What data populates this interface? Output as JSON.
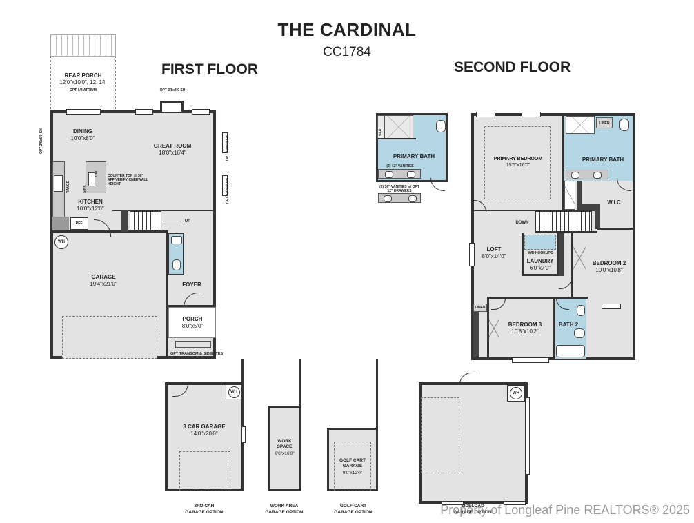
{
  "title": "THE CARDINAL",
  "plan_code": "CC1784",
  "first_floor": {
    "heading": "FIRST FLOOR",
    "rooms": {
      "rear_porch": {
        "name": "REAR PORCH",
        "dims": "12'0\"x10'0\", 12, 14,"
      },
      "rear_porch_note": "OPT 6/4 ATRIUM",
      "dining": {
        "name": "DINING",
        "dims": "10'0\"x8'0\""
      },
      "great_room": {
        "name": "GREAT ROOM",
        "dims": "18'0\"x16'4\""
      },
      "kitchen": {
        "name": "KITCHEN",
        "dims": "10'0\"x12'0\""
      },
      "garage": {
        "name": "GARAGE",
        "dims": "19'4\"x21'0\""
      },
      "foyer": {
        "name": "FOYER"
      },
      "porch": {
        "name": "PORCH",
        "dims": "8'0\"x5'0\""
      }
    },
    "notes": {
      "top_window": "OPT 3/8x4/0 SH",
      "left_window": "OPT 2/6x5/0 SH",
      "right_window_1": "OPT 3/4x6/0 SH",
      "right_window_2": "OPT 3/4x6/0 SH",
      "counter": "COUNTER TOP @ 36\" AFF\nVERIFY KNEEWALL HEIGHT",
      "range": "RANGE",
      "sink": "SINK",
      "dw": "DW",
      "ref": "REF.",
      "up": "UP",
      "wh": "WH",
      "transom": "OPT TRANSOM & SIDELITES"
    }
  },
  "second_floor": {
    "heading": "SECOND FLOOR",
    "rooms": {
      "primary_bedroom": {
        "name": "PRIMARY BEDROOM",
        "dims": "15'6\"x16'0\""
      },
      "primary_bath": {
        "name": "PRIMARY BATH"
      },
      "wic": {
        "name": "W.I.C"
      },
      "loft": {
        "name": "LOFT",
        "dims": "8'0\"x14'0\""
      },
      "laundry": {
        "name": "LAUNDRY",
        "dims": "6'0\"x7'0\""
      },
      "bedroom2": {
        "name": "BEDROOM 2",
        "dims": "10'0\"x10'8\""
      },
      "bedroom3": {
        "name": "BEDROOM 3",
        "dims": "10'8\"x10'2\""
      },
      "bath2": {
        "name": "BATH 2"
      }
    },
    "notes": {
      "linen_1": "LINEN",
      "linen_2": "LINEN",
      "down": "DOWN",
      "wd_hookups": "W/D HOOKUPS"
    }
  },
  "primary_bath_option": {
    "name": "PRIMARY BATH",
    "seat": "SEAT",
    "vanities_42": "(2) 42\" VANITIES",
    "vanities_36": "(2) 36\" VANITIES w/\nOPT 12\" DRAWERS"
  },
  "options": {
    "third_car": {
      "name": "3 CAR GARAGE",
      "dims": "14'0\"x20'0\"",
      "caption": "3RD CAR\nGARAGE OPTION",
      "wh": "WH"
    },
    "work_area": {
      "name": "WORK\nSPACE",
      "dims": "6'0\"x16'0\"",
      "caption": "WORK AREA\nGARAGE OPTION"
    },
    "golf_cart": {
      "name": "GOLF CART\nGARAGE",
      "dims": "9'0\"x12'0\"",
      "caption": "GOLF-CART\nGARAGE OPTION"
    },
    "side_load": {
      "caption": "SIDELOAD\nGARAGE OPTION",
      "wh": "WH"
    }
  },
  "watermark": "Property of Longleaf Pine REALTORS® 2025"
}
